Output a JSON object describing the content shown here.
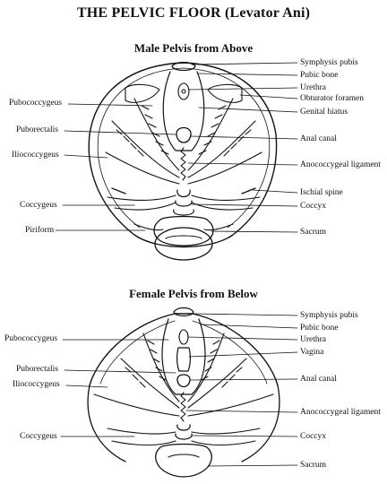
{
  "title": "THE PELVIC FLOOR (Levator Ani)",
  "male": {
    "heading": "Male Pelvis from Above",
    "left_labels": [
      "Pubococcygeus",
      "Puborectalis",
      "Iliococcygeus",
      "Coccygeus",
      "Piriform"
    ],
    "right_labels": [
      "Symphysis pubis",
      "Pubic bone",
      "Urethra",
      "Obturator foramen",
      "Genital hiatus",
      "Anal canal",
      "Anococcygeal ligament",
      "Ischial spine",
      "Coccyx",
      "Sacrum"
    ]
  },
  "female": {
    "heading": "Female Pelvis from Below",
    "left_labels": [
      "Pubococcygeus",
      "Puborectalis",
      "Iliococcygeus",
      "Coccygeus"
    ],
    "right_labels": [
      "Symphysis pubis",
      "Pubic bone",
      "Urethra",
      "Vagina",
      "Anal canal",
      "Anococcygeal ligament",
      "Coccyx",
      "Sacrum"
    ]
  }
}
